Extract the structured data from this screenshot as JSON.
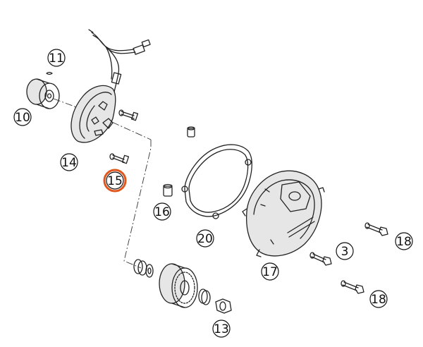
{
  "diagram": {
    "highlight_color": "#e0561b",
    "callouts": [
      {
        "id": "c10",
        "label": "10"
      },
      {
        "id": "c11",
        "label": "11"
      },
      {
        "id": "c14",
        "label": "14"
      },
      {
        "id": "c15",
        "label": "15",
        "highlighted": true
      },
      {
        "id": "c16",
        "label": "16"
      },
      {
        "id": "c20",
        "label": "20"
      },
      {
        "id": "c17",
        "label": "17"
      },
      {
        "id": "c3",
        "label": "3"
      },
      {
        "id": "c18a",
        "label": "18"
      },
      {
        "id": "c18b",
        "label": "18"
      },
      {
        "id": "c13",
        "label": "13"
      }
    ]
  }
}
